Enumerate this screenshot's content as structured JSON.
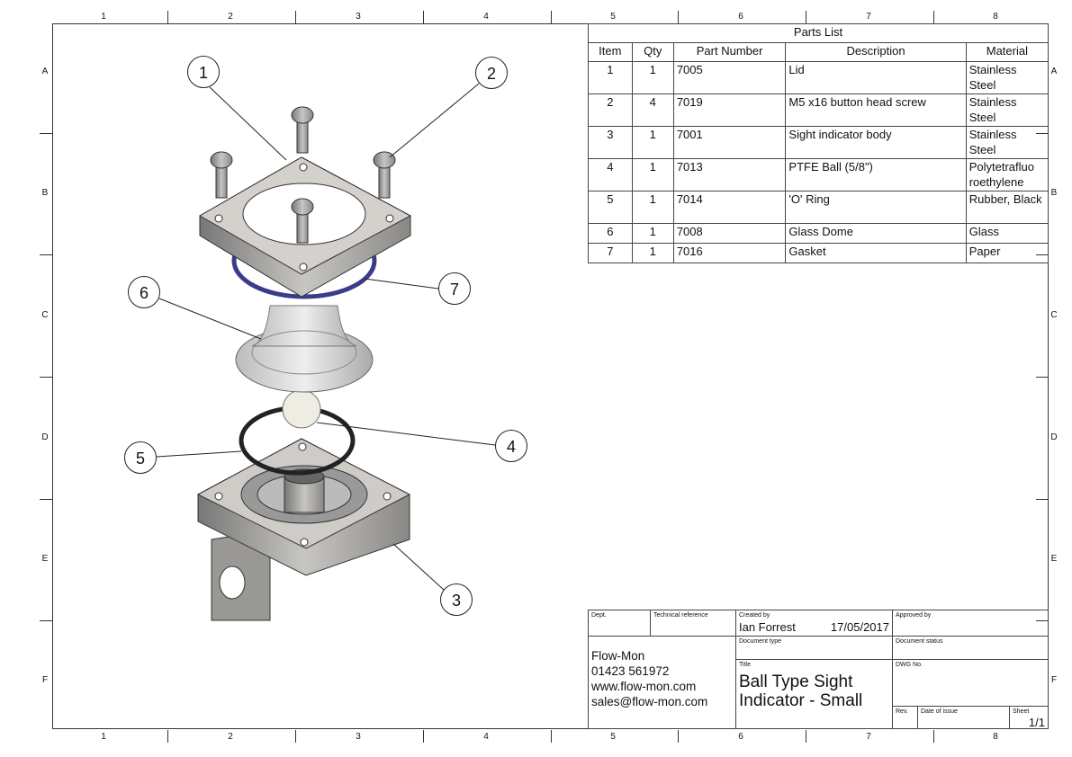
{
  "zones": {
    "columns": [
      "1",
      "2",
      "3",
      "4",
      "5",
      "6",
      "7",
      "8"
    ],
    "rows": [
      "A",
      "B",
      "C",
      "D",
      "E",
      "F"
    ]
  },
  "parts_list": {
    "title": "Parts List",
    "headers": [
      "Item",
      "Qty",
      "Part Number",
      "Description",
      "Material"
    ],
    "rows": [
      {
        "item": "1",
        "qty": "1",
        "part": "7005",
        "desc": "Lid",
        "mat": "Stainless Steel"
      },
      {
        "item": "2",
        "qty": "4",
        "part": "7019",
        "desc": "M5 x16 button head screw",
        "mat": "Stainless Steel"
      },
      {
        "item": "3",
        "qty": "1",
        "part": "7001",
        "desc": "Sight indicator body",
        "mat": "Stainless Steel"
      },
      {
        "item": "4",
        "qty": "1",
        "part": "7013",
        "desc": "PTFE Ball (5/8\")",
        "mat": "Polytetrafluo roethylene"
      },
      {
        "item": "5",
        "qty": "1",
        "part": "7014",
        "desc": "'O' Ring",
        "mat": "Rubber, Black"
      },
      {
        "item": "6",
        "qty": "1",
        "part": "7008",
        "desc": "Glass Dome",
        "mat": "Glass"
      },
      {
        "item": "7",
        "qty": "1",
        "part": "7016",
        "desc": "Gasket",
        "mat": "Paper"
      }
    ]
  },
  "balloons": [
    "1",
    "2",
    "3",
    "4",
    "5",
    "6",
    "7"
  ],
  "title_block": {
    "dept_label": "Dept.",
    "tech_ref_label": "Technical reference",
    "created_by_label": "Created by",
    "created_by": "Ian Forrest",
    "created_date": "17/05/2017",
    "approved_by_label": "Approved by",
    "doc_type_label": "Document type",
    "doc_status_label": "Document status",
    "company": [
      "Flow-Mon",
      "01423 561972",
      "www.flow-mon.com",
      "sales@flow-mon.com"
    ],
    "title_label": "Title",
    "title_lines": [
      "Ball Type Sight",
      "Indicator - Small"
    ],
    "dwg_label": "DWG No.",
    "rev_label": "Rev.",
    "date_issue_label": "Date of issue",
    "sheet_label": "Sheet",
    "sheet": "1/1"
  }
}
